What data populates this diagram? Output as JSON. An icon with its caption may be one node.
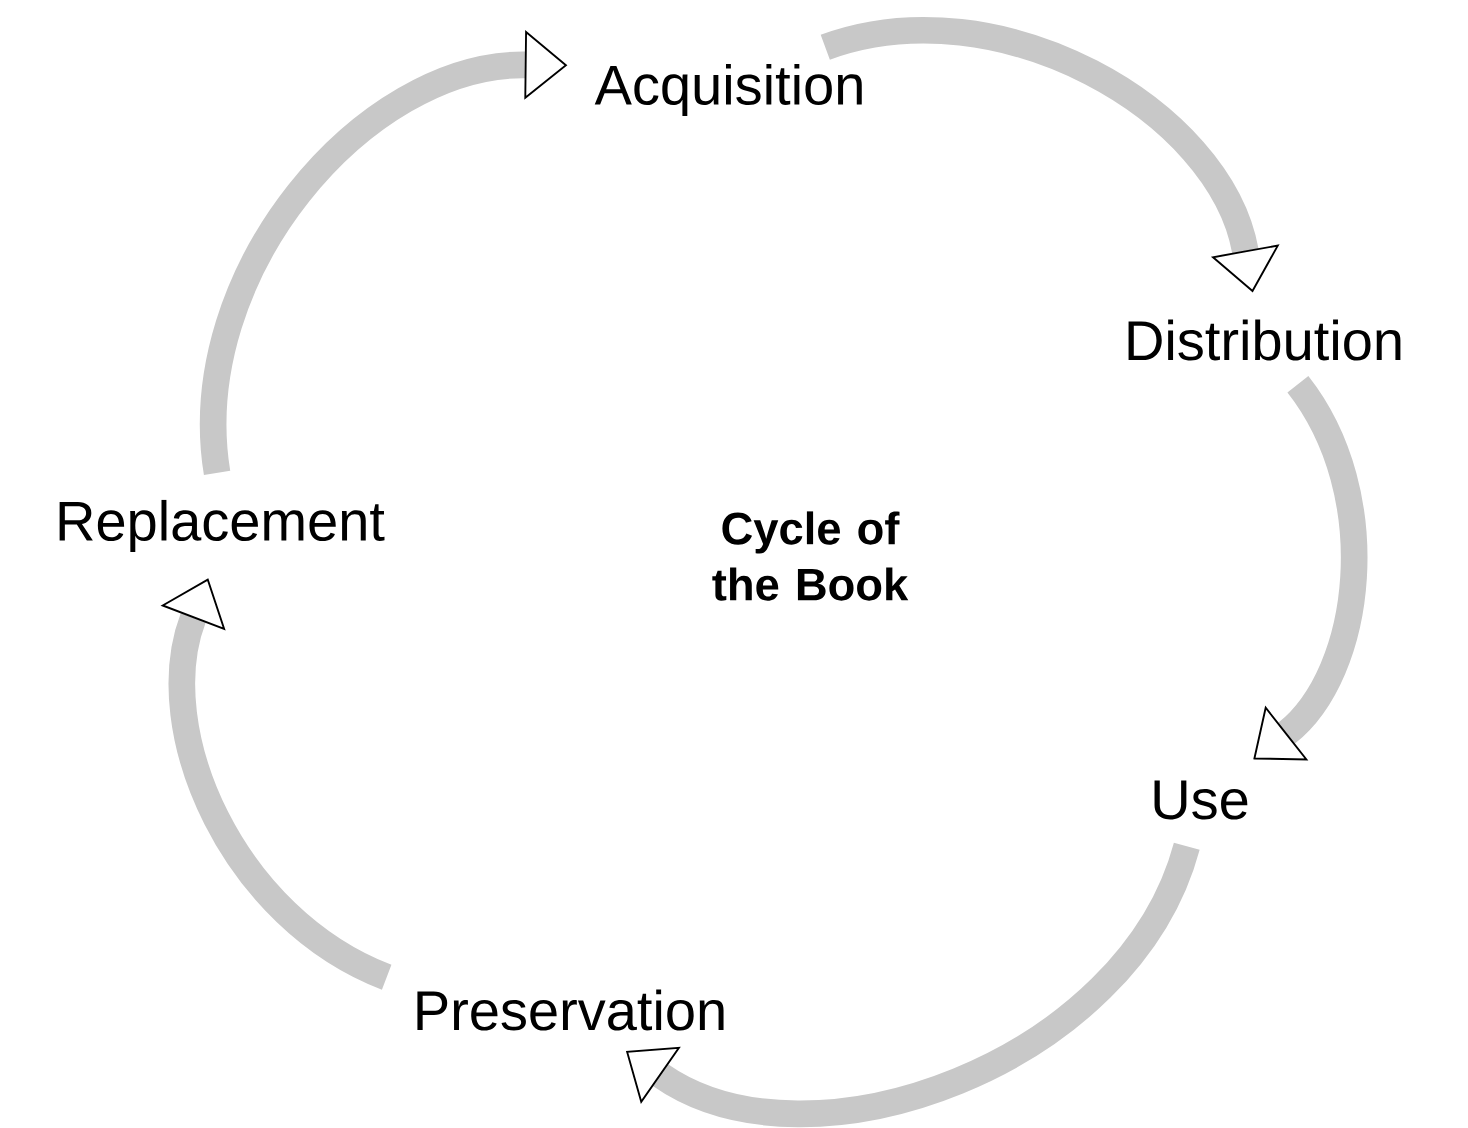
{
  "diagram": {
    "title": "Cycle of the Book",
    "nodes": [
      {
        "text": [
          "Acquisition"
        ]
      },
      {
        "text": [
          "Distribution"
        ]
      },
      {
        "text": [
          "Use"
        ]
      },
      {
        "text": [
          "Preservation"
        ]
      },
      {
        "text": [
          "Replacement"
        ]
      }
    ],
    "edges": [
      {
        "from": 0,
        "to": 1,
        "arrow": "to"
      },
      {
        "from": 1,
        "to": 2,
        "arrow": "to"
      },
      {
        "from": 2,
        "to": 3,
        "arrow": "to"
      },
      {
        "from": 3,
        "to": 4,
        "arrow": "to"
      },
      {
        "from": 4,
        "to": 0,
        "arrow": "to"
      }
    ]
  }
}
